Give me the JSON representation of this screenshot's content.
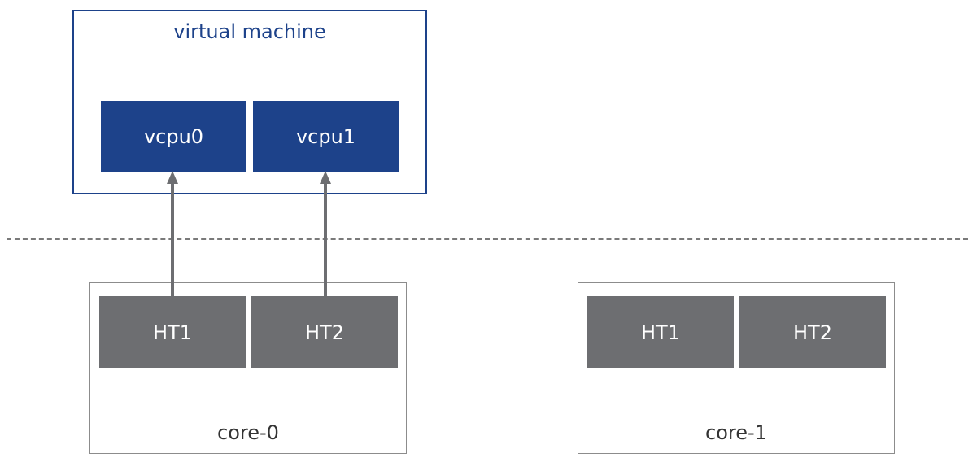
{
  "virtual_machine": {
    "title": "virtual machine",
    "vcpus": [
      "vcpu0",
      "vcpu1"
    ]
  },
  "cores": [
    {
      "label": "core-0",
      "threads": [
        "HT1",
        "HT2"
      ]
    },
    {
      "label": "core-1",
      "threads": [
        "HT1",
        "HT2"
      ]
    }
  ],
  "mappings": [
    {
      "from": "core-0 HT1",
      "to": "vcpu0"
    },
    {
      "from": "core-0 HT2",
      "to": "vcpu1"
    }
  ],
  "colors": {
    "vm_blue": "#1d428a",
    "thread_gray": "#6d6e71",
    "arrow_gray": "#6d6e71",
    "divider_gray": "#7a7a7a"
  }
}
